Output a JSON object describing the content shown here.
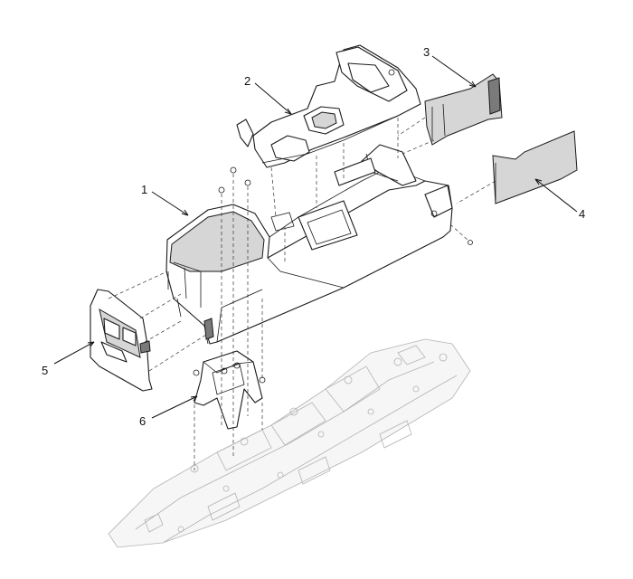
{
  "callouts": [
    {
      "id": "1",
      "label": "1"
    },
    {
      "id": "2",
      "label": "2"
    },
    {
      "id": "3",
      "label": "3"
    },
    {
      "id": "4",
      "label": "4"
    },
    {
      "id": "5",
      "label": "5"
    },
    {
      "id": "6",
      "label": "6"
    }
  ],
  "colors": {
    "line": "#1a1a1a",
    "part_shade": "#d6d6d6",
    "vehicle_frame": "#b3b3b3",
    "background": "#ffffff"
  }
}
